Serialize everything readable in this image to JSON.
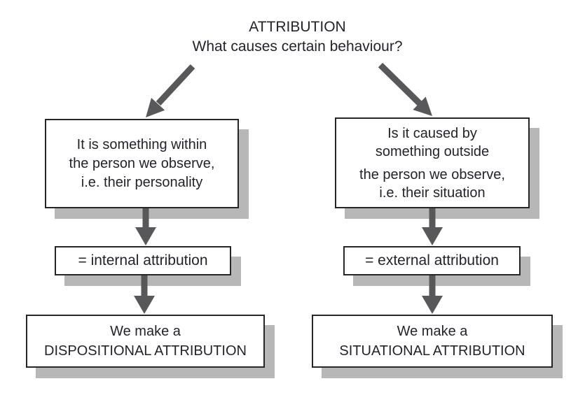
{
  "title": {
    "line1": "ATTRIBUTION",
    "line2": "What causes certain behaviour?"
  },
  "colors": {
    "arrow": "#58585a",
    "shadow": "#b7b7b7",
    "border": "#262626",
    "text": "#23232b",
    "box_bg": "#ffffff",
    "page_bg": "#ffffff"
  },
  "icons": {
    "left_branch": "arrow-down-left-icon",
    "right_branch": "arrow-down-right-icon",
    "down": "arrow-down-icon"
  },
  "branches": [
    {
      "id": "internal",
      "cause_box": {
        "lines": [
          "It is something within",
          "the person we observe,",
          "i.e. their personality"
        ]
      },
      "label_box": {
        "text": "= internal attribution"
      },
      "result_box": {
        "lines": [
          "We make a",
          "DISPOSITIONAL ATTRIBUTION"
        ]
      }
    },
    {
      "id": "external",
      "cause_box": {
        "lines": [
          "Is it caused by",
          "something outside",
          "the person we observe,",
          "i.e. their situation"
        ]
      },
      "label_box": {
        "text": "= external attribution"
      },
      "result_box": {
        "lines": [
          "We make a",
          "SITUATIONAL ATTRIBUTION"
        ]
      }
    }
  ]
}
